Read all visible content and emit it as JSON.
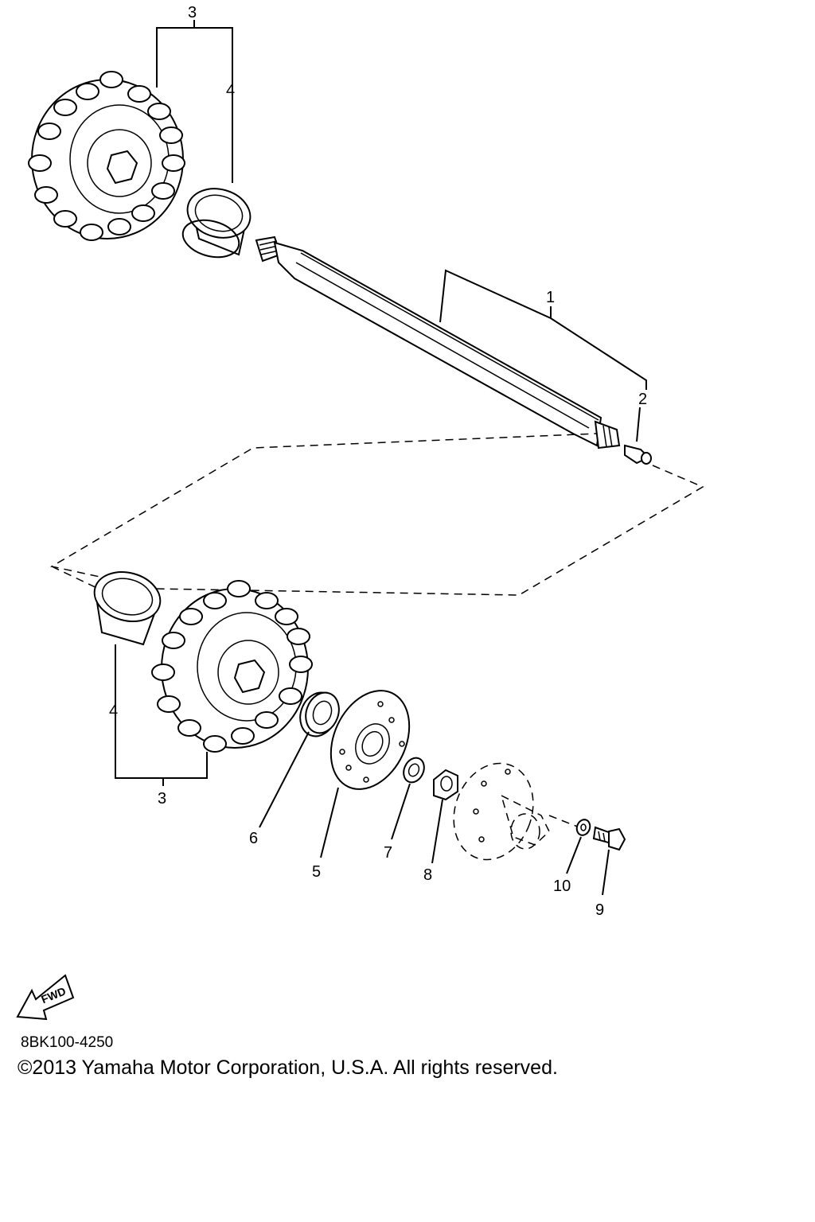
{
  "callouts": {
    "c1": "1",
    "c2": "2",
    "c3_top": "3",
    "c4_top": "4",
    "c3_bottom": "3",
    "c4_bottom": "4",
    "c5": "5",
    "c6": "6",
    "c7": "7",
    "c8": "8",
    "c9": "9",
    "c10": "10"
  },
  "fwd_label": "FWD",
  "catalog_code": "8BK100-4250",
  "copyright": "©2013 Yamaha Motor Corporation, U.S.A. All rights reserved."
}
